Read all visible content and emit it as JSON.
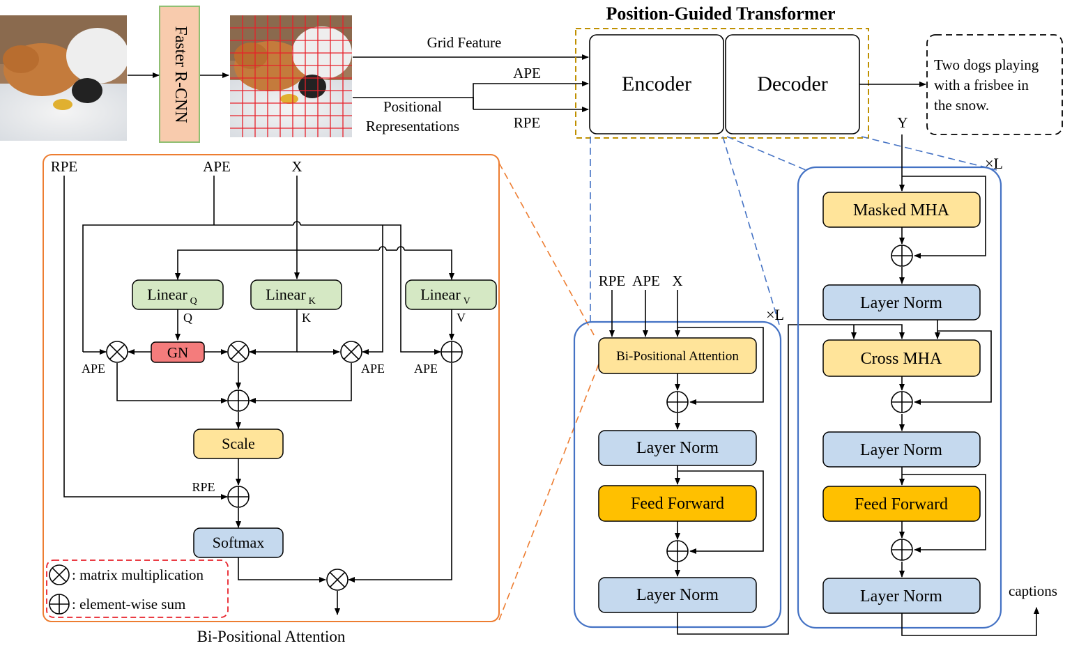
{
  "title": "Position-Guided Transformer",
  "detector_label": "Faster R-CNN",
  "grid_feature_label": "Grid Feature",
  "positional_rep_line1": "Positional",
  "positional_rep_line2": "Representations",
  "ape": "APE",
  "rpe": "RPE",
  "x": "X",
  "y": "Y",
  "times_l": "×L",
  "encoder_label": "Encoder",
  "decoder_label": "Decoder",
  "caption_lines": [
    "Two dogs playing",
    "with a frisbee in",
    "the snow."
  ],
  "bpa": {
    "title": "Bi-Positional Attention",
    "linear": "Linear",
    "sub_q": "Q",
    "sub_k": "K",
    "sub_v": "V",
    "q": "Q",
    "k": "K",
    "v": "V",
    "gn": "GN",
    "scale": "Scale",
    "softmax": "Softmax",
    "legend_mat": ": matrix multiplication",
    "legend_sum": ": element-wise sum"
  },
  "encoder_layer": {
    "attention": "Bi-Positional Attention",
    "layer_norm": "Layer Norm",
    "feed_forward": "Feed Forward"
  },
  "decoder_layer": {
    "masked_mha": "Masked MHA",
    "layer_norm": "Layer Norm",
    "cross_mha": "Cross MHA",
    "feed_forward": "Feed Forward"
  },
  "captions_label": "captions",
  "colors": {
    "green": "#d5e8c4",
    "green_stroke": "#7aa05a",
    "yellow": "#ffe49a",
    "orange": "#ffc000",
    "blue": "#c5d9ee",
    "red": "#f47c7c",
    "salmon": "#f8cbad",
    "orange_border": "#ed7d31",
    "blue_border": "#4472c4",
    "gold_border": "#bf9000"
  }
}
